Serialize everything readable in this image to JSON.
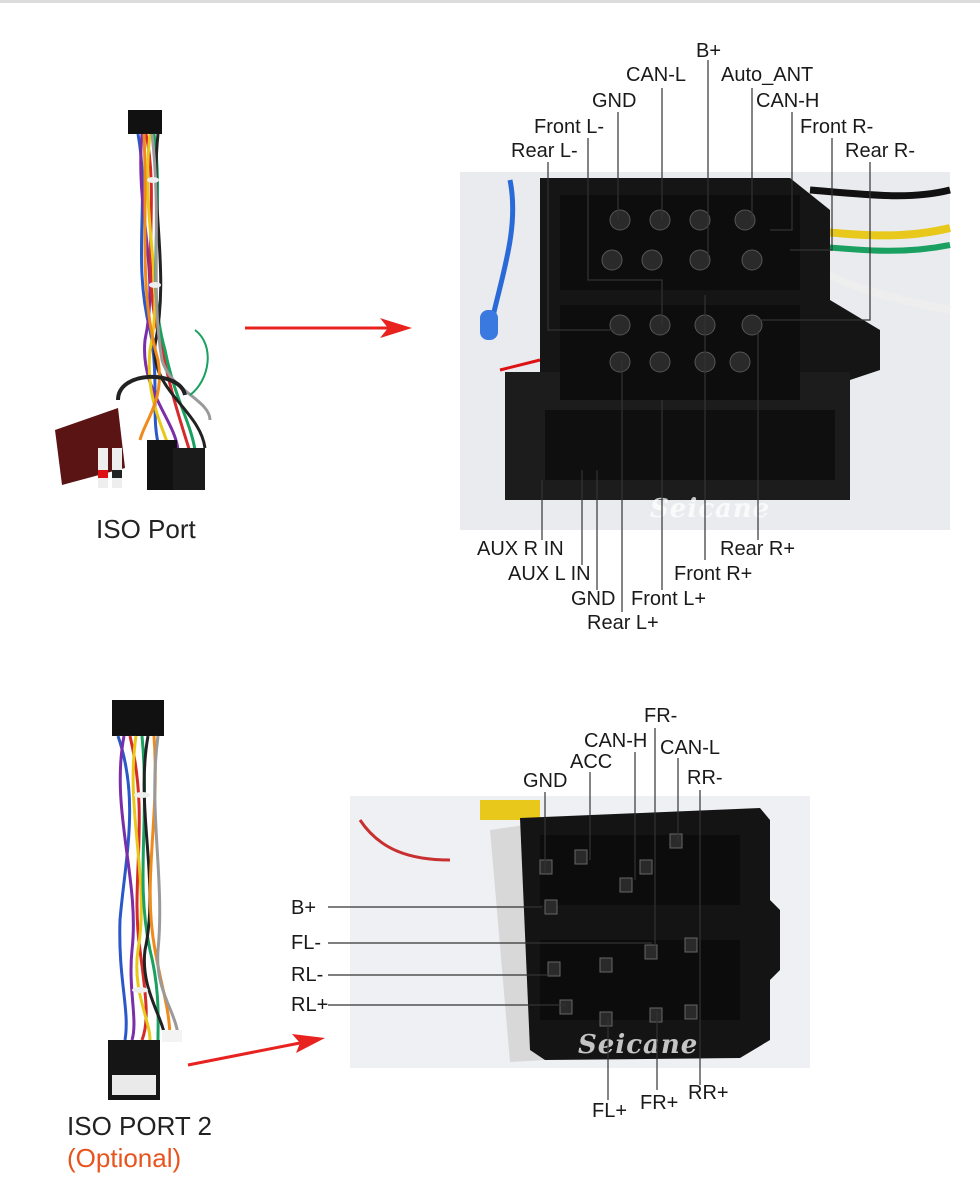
{
  "section1": {
    "caption": "ISO Port",
    "watermark": "Seicane",
    "labels": {
      "b_plus": "B+",
      "can_l": "CAN-L",
      "auto_ant": "Auto_ANT",
      "gnd_top": "GND",
      "can_h": "CAN-H",
      "front_l_minus": "Front L-",
      "front_r_minus": "Front R-",
      "rear_l_minus": "Rear L-",
      "rear_r_minus": "Rear R-",
      "aux_r_in": "AUX R IN",
      "rear_r_plus": "Rear R+",
      "aux_l_in": "AUX L IN",
      "front_r_plus": "Front R+",
      "gnd_bottom": "GND",
      "front_l_plus": "Front L+",
      "rear_l_plus": "Rear L+"
    }
  },
  "section2": {
    "caption": "ISO PORT 2",
    "optional": "(Optional)",
    "watermark": "Seicane",
    "labels": {
      "fr_minus": "FR-",
      "can_h": "CAN-H",
      "can_l": "CAN-L",
      "acc": "ACC",
      "gnd": "GND",
      "rr_minus": "RR-",
      "b_plus": "B+",
      "fl_minus": "FL-",
      "rl_minus": "RL-",
      "rl_plus": "RL+",
      "rr_plus": "RR+",
      "fr_plus": "FR+",
      "fl_plus": "FL+"
    }
  },
  "colors": {
    "arrow": "#e8221f",
    "optional": "#e8541e",
    "line": "#333333"
  }
}
